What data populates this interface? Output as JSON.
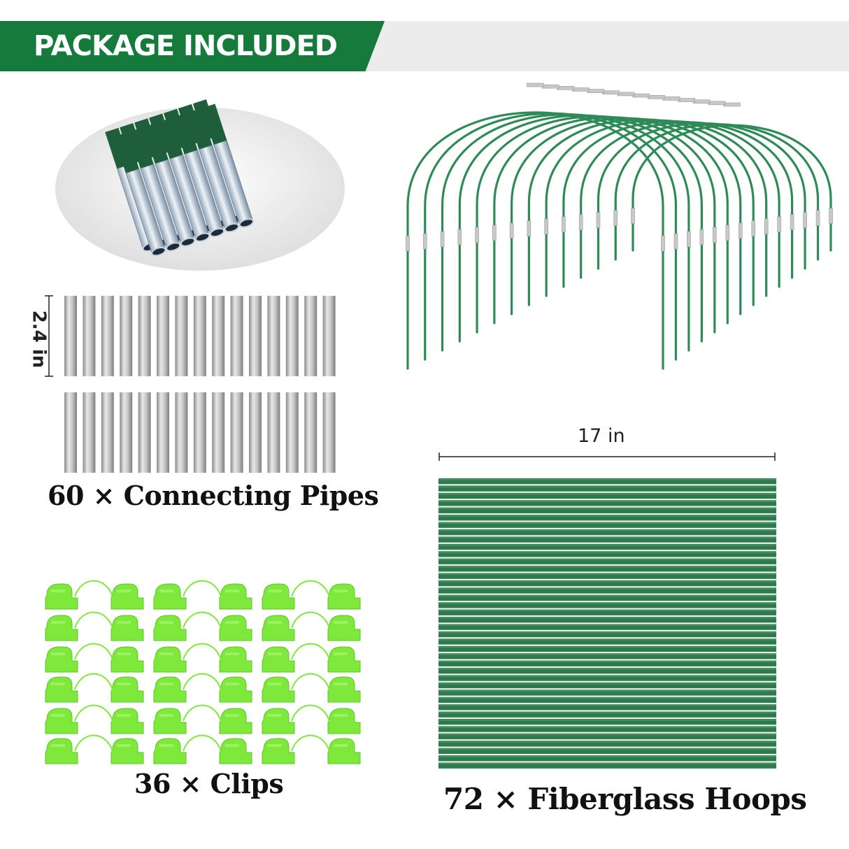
{
  "header": {
    "title": "PACKAGE INCLUDED"
  },
  "colors": {
    "brand_green": "#157a3c",
    "hoop_green": "#2e8b57",
    "clip_green": "#7ee83b",
    "pipe_silver": "#b8b8b8"
  },
  "dimensions": {
    "pipe_length_label": "2.4 in",
    "hoop_length_label": "17 in"
  },
  "items": [
    {
      "caption": "60 × Connecting Pipes",
      "quantity": 60
    },
    {
      "caption": "36 × Clips",
      "quantity": 36
    },
    {
      "caption": "72 × Fiberglass Hoops",
      "quantity": 72
    }
  ]
}
